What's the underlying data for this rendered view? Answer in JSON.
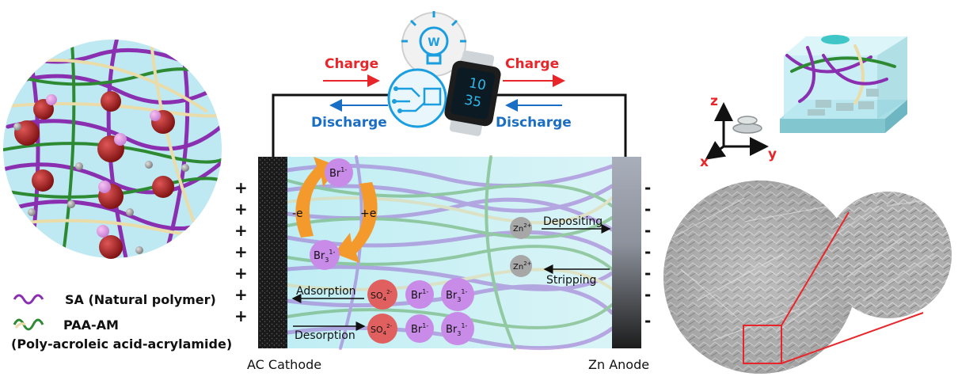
{
  "legend": {
    "sa_label": "SA (Natural polymer)",
    "paa_label": "PAA-AM",
    "paa_full": "(Poly-acroleic acid-acrylamide)"
  },
  "circuit": {
    "charge_left": "Charge",
    "charge_right": "Charge",
    "discharge_left": "Discharge",
    "discharge_right": "Discharge",
    "bulb_letter": "W",
    "watch_time_hour": "10",
    "watch_time_min": "35"
  },
  "cell": {
    "cathode_label": "AC Cathode",
    "anode_label": "Zn Anode",
    "plus_sign": "+",
    "minus_sign": "-",
    "minus_e": "-e",
    "plus_e": "+e",
    "br_top": "Br",
    "br_top_sup": "1-",
    "br3_left": "Br",
    "br3_left_sub": "3",
    "br3_left_sup": "1-",
    "zn_top": "Zn",
    "zn_top_sup": "2+",
    "zn_bottom": "Zn",
    "zn_bottom_sup": "2+",
    "depositing": "Depositing",
    "stripping": "Stripping",
    "adsorption": "Adsorption",
    "desorption": "Desorption",
    "so4_1": "SO",
    "so4_1_sub": "4",
    "so4_1_sup": "2-",
    "br_row1": "Br",
    "br_row1_sup": "1-",
    "br3_row1": "Br",
    "br3_row1_sub": "3",
    "br3_row1_sup": "1-",
    "so4_2": "SO",
    "so4_2_sub": "4",
    "so4_2_sup": "2-",
    "br_row2": "Br",
    "br_row2_sup": "1-",
    "br3_row2": "Br",
    "br3_row2_sub": "3",
    "br3_row2_sup": "1-"
  },
  "axes": {
    "z": "z",
    "x": "x",
    "y": "y"
  },
  "colors": {
    "charge": "#e8262a",
    "discharge": "#1a6fc4",
    "ion_purple": "#c98be8",
    "so4_red": "#e06060",
    "zn_gray": "#a7a7a7",
    "orange": "#f49a2c",
    "electrolyte": "#cdeef3"
  }
}
